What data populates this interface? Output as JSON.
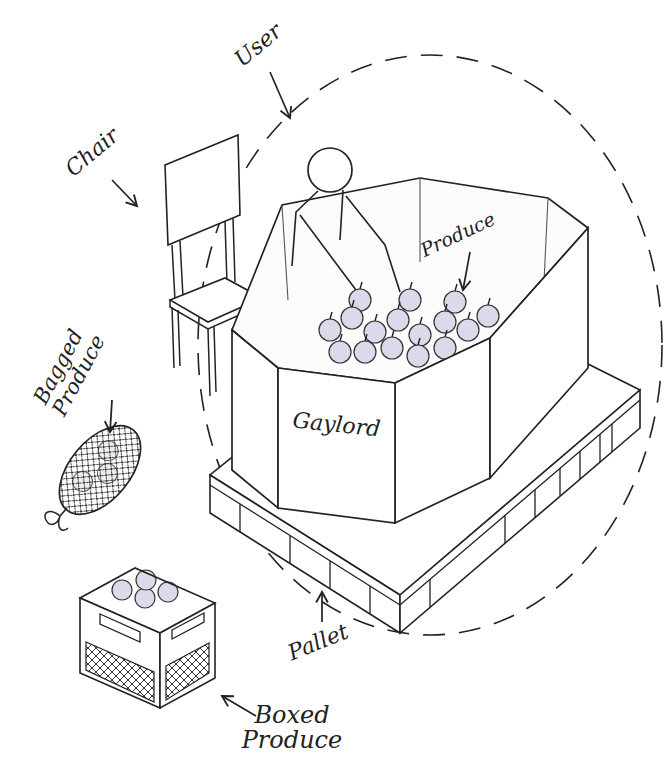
{
  "diagram": {
    "nodes": [
      {
        "text": [
          "Gaylord"
        ]
      }
    ],
    "labels": [
      "User",
      "Chair",
      "Produce",
      "Bagged Produce",
      "Pallet",
      "Boxed Produce"
    ]
  }
}
